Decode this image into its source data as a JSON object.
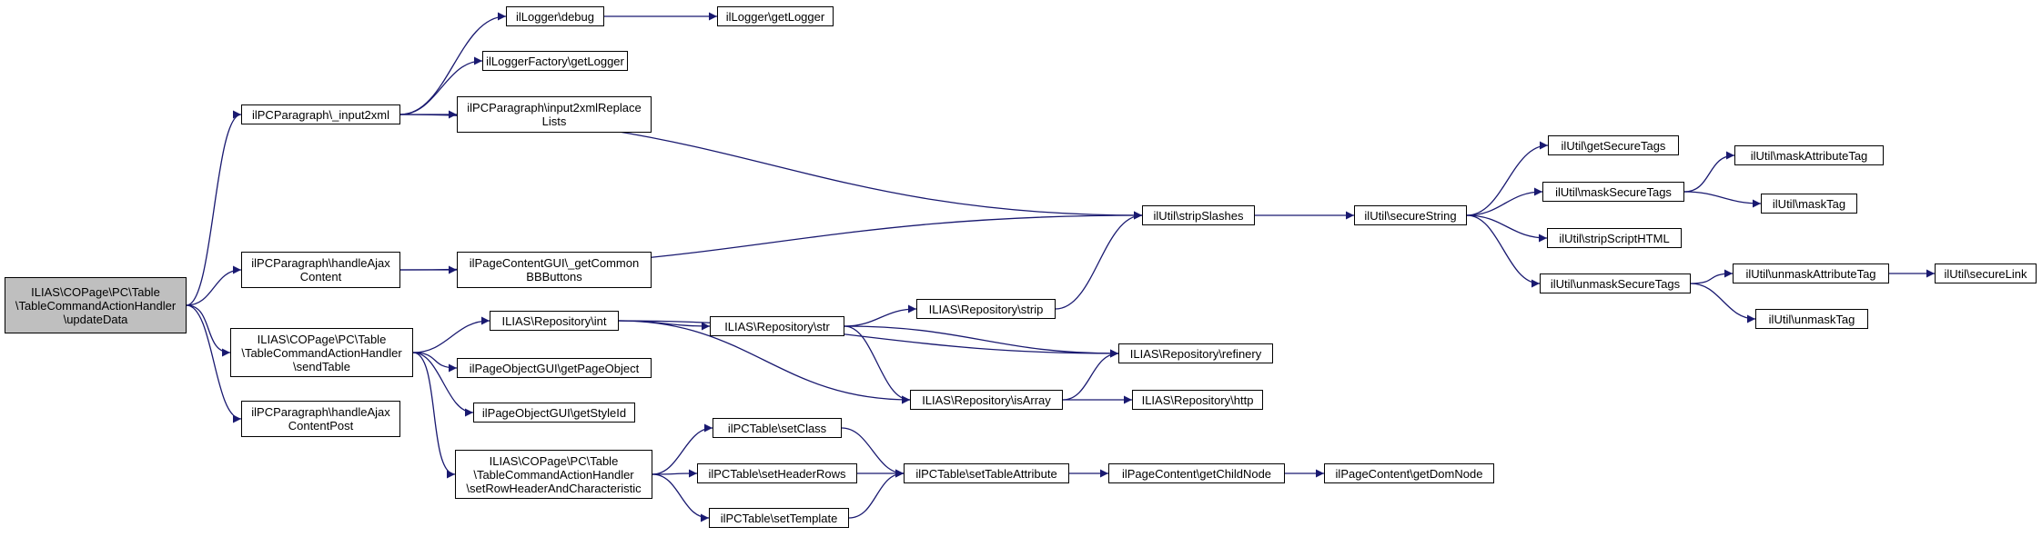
{
  "colors": {
    "edge": "#191970",
    "root_fill": "#bfbfbf",
    "node_fill": "#ffffff",
    "border": "#000000"
  },
  "nodes": {
    "root": "ILIAS\\COPage\\PC\\Table\n\\TableCommandActionHandler\n\\updateData",
    "logger_debug": "ilLogger\\debug",
    "logger_getlogger": "ilLogger\\getLogger",
    "loggerfactory_getlogger": "ilLoggerFactory\\getLogger",
    "pcparagraph_input2xml": "ilPCParagraph\\_input2xml",
    "pcparagraph_replacelists": "ilPCParagraph\\input2xmlReplace\nLists",
    "util_getsecuretags": "ilUtil\\getSecureTags",
    "util_maskattributetag": "ilUtil\\maskAttributeTag",
    "util_masksecuretags": "ilUtil\\maskSecureTags",
    "util_stripslashes": "ilUtil\\stripSlashes",
    "util_securestring": "ilUtil\\secureString",
    "util_masktag": "ilUtil\\maskTag",
    "util_stripscripthtml": "ilUtil\\stripScriptHTML",
    "pcparagraph_handleajax": "ilPCParagraph\\handleAjax\nContent",
    "pagecontentgui_bbbuttons": "ilPageContentGUI\\_getCommon\nBBButtons",
    "util_unmasksecuretags": "ilUtil\\unmaskSecureTags",
    "util_unmaskattributetag": "ilUtil\\unmaskAttributeTag",
    "util_securelink": "ilUtil\\secureLink",
    "repo_int": "ILIAS\\Repository\\int",
    "repo_str": "ILIAS\\Repository\\str",
    "repo_strip": "ILIAS\\Repository\\strip",
    "util_unmasktag": "ilUtil\\unmaskTag",
    "sendtable": "ILIAS\\COPage\\PC\\Table\n\\TableCommandActionHandler\n\\sendTable",
    "repo_refinery": "ILIAS\\Repository\\refinery",
    "pageobjectgui_getpageobject": "ilPageObjectGUI\\getPageObject",
    "repo_isarray": "ILIAS\\Repository\\isArray",
    "repo_http": "ILIAS\\Repository\\http",
    "pcparagraph_handleajaxpost": "ilPCParagraph\\handleAjax\nContentPost",
    "pageobjectgui_getstyleid": "ilPageObjectGUI\\getStyleId",
    "pctable_setclass": "ilPCTable\\setClass",
    "setrowheader": "ILIAS\\COPage\\PC\\Table\n\\TableCommandActionHandler\n\\setRowHeaderAndCharacteristic",
    "pctable_setheaderrows": "ilPCTable\\setHeaderRows",
    "pctable_settableattribute": "ilPCTable\\setTableAttribute",
    "pagecontent_getchildnode": "ilPageContent\\getChildNode",
    "pagecontent_getdomnode": "ilPageContent\\getDomNode",
    "pctable_settemplate": "ilPCTable\\setTemplate"
  },
  "edges": [
    [
      "root",
      "pcparagraph_input2xml"
    ],
    [
      "root",
      "pcparagraph_handleajax"
    ],
    [
      "root",
      "sendtable"
    ],
    [
      "root",
      "pcparagraph_handleajaxpost"
    ],
    [
      "pcparagraph_input2xml",
      "logger_debug"
    ],
    [
      "pcparagraph_input2xml",
      "loggerfactory_getlogger"
    ],
    [
      "pcparagraph_input2xml",
      "pcparagraph_replacelists"
    ],
    [
      "pcparagraph_input2xml",
      "util_stripslashes"
    ],
    [
      "logger_debug",
      "logger_getlogger"
    ],
    [
      "pcparagraph_handleajax",
      "util_stripslashes"
    ],
    [
      "pcparagraph_handleajax",
      "pagecontentgui_bbbuttons"
    ],
    [
      "util_stripslashes",
      "util_securestring"
    ],
    [
      "util_securestring",
      "util_getsecuretags"
    ],
    [
      "util_securestring",
      "util_masksecuretags"
    ],
    [
      "util_securestring",
      "util_stripscripthtml"
    ],
    [
      "util_securestring",
      "util_unmasksecuretags"
    ],
    [
      "util_masksecuretags",
      "util_maskattributetag"
    ],
    [
      "util_masksecuretags",
      "util_masktag"
    ],
    [
      "util_unmasksecuretags",
      "util_unmaskattributetag"
    ],
    [
      "util_unmasksecuretags",
      "util_unmasktag"
    ],
    [
      "util_unmaskattributetag",
      "util_securelink"
    ],
    [
      "sendtable",
      "repo_int"
    ],
    [
      "sendtable",
      "pageobjectgui_getpageobject"
    ],
    [
      "sendtable",
      "pageobjectgui_getstyleid"
    ],
    [
      "sendtable",
      "setrowheader"
    ],
    [
      "repo_int",
      "repo_str"
    ],
    [
      "repo_int",
      "repo_refinery"
    ],
    [
      "repo_int",
      "repo_isarray"
    ],
    [
      "repo_str",
      "repo_strip"
    ],
    [
      "repo_str",
      "repo_refinery"
    ],
    [
      "repo_str",
      "repo_isarray"
    ],
    [
      "repo_strip",
      "util_stripslashes"
    ],
    [
      "repo_isarray",
      "repo_refinery"
    ],
    [
      "repo_isarray",
      "repo_http"
    ],
    [
      "setrowheader",
      "pctable_setclass"
    ],
    [
      "setrowheader",
      "pctable_setheaderrows"
    ],
    [
      "setrowheader",
      "pctable_settemplate"
    ],
    [
      "pctable_setclass",
      "pctable_settableattribute"
    ],
    [
      "pctable_setheaderrows",
      "pctable_settableattribute"
    ],
    [
      "pctable_settemplate",
      "pctable_settableattribute"
    ],
    [
      "pctable_settableattribute",
      "pagecontent_getchildnode"
    ],
    [
      "pagecontent_getchildnode",
      "pagecontent_getdomnode"
    ]
  ]
}
